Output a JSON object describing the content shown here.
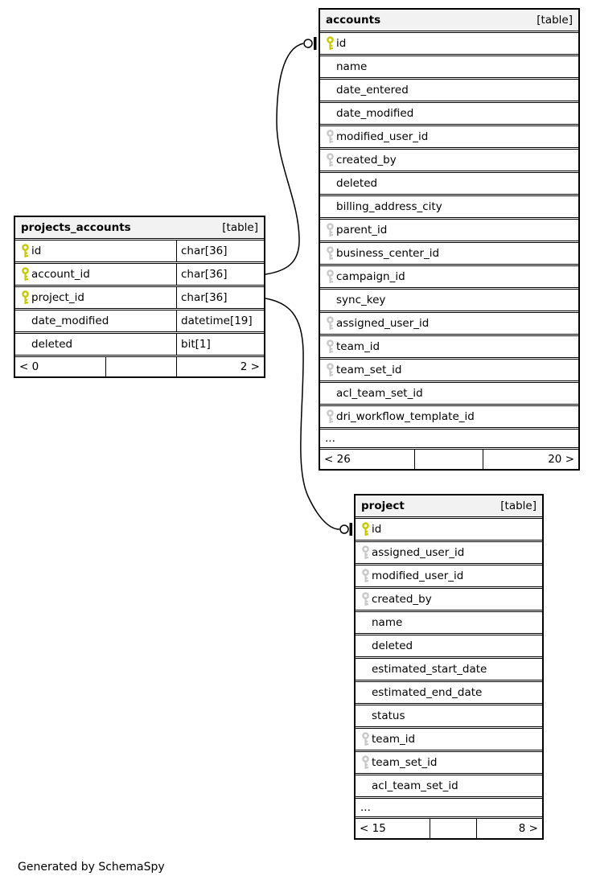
{
  "page": {
    "footer_note": "Generated by SchemaSpy"
  },
  "colors": {
    "primary_key": "#c8c800",
    "foreign_key": "#c8c8c8",
    "header_bg": "#f2f2f2",
    "border": "#000000"
  },
  "tables": [
    {
      "id": "accounts",
      "name": "accounts",
      "tag": "[table]",
      "columns": [
        {
          "name": "id",
          "key": "primary"
        },
        {
          "name": "name",
          "key": null
        },
        {
          "name": "date_entered",
          "key": null
        },
        {
          "name": "date_modified",
          "key": null
        },
        {
          "name": "modified_user_id",
          "key": "foreign"
        },
        {
          "name": "created_by",
          "key": "foreign"
        },
        {
          "name": "deleted",
          "key": null
        },
        {
          "name": "billing_address_city",
          "key": null
        },
        {
          "name": "parent_id",
          "key": "foreign"
        },
        {
          "name": "business_center_id",
          "key": "foreign"
        },
        {
          "name": "campaign_id",
          "key": "foreign"
        },
        {
          "name": "sync_key",
          "key": null
        },
        {
          "name": "assigned_user_id",
          "key": "foreign"
        },
        {
          "name": "team_id",
          "key": "foreign"
        },
        {
          "name": "team_set_id",
          "key": "foreign"
        },
        {
          "name": "acl_team_set_id",
          "key": null
        },
        {
          "name": "dri_workflow_template_id",
          "key": "foreign"
        }
      ],
      "ellipsis": "...",
      "footer": {
        "left": "< 26",
        "right": "20 >"
      }
    },
    {
      "id": "projects_accounts",
      "name": "projects_accounts",
      "tag": "[table]",
      "columns": [
        {
          "name": "id",
          "key": "primary",
          "type": "char[36]"
        },
        {
          "name": "account_id",
          "key": "primary",
          "type": "char[36]"
        },
        {
          "name": "project_id",
          "key": "primary",
          "type": "char[36]"
        },
        {
          "name": "date_modified",
          "key": null,
          "type": "datetime[19]"
        },
        {
          "name": "deleted",
          "key": null,
          "type": "bit[1]"
        }
      ],
      "footer": {
        "left": "< 0",
        "right": "2 >"
      }
    },
    {
      "id": "project",
      "name": "project",
      "tag": "[table]",
      "columns": [
        {
          "name": "id",
          "key": "primary"
        },
        {
          "name": "assigned_user_id",
          "key": "foreign"
        },
        {
          "name": "modified_user_id",
          "key": "foreign"
        },
        {
          "name": "created_by",
          "key": "foreign"
        },
        {
          "name": "name",
          "key": null
        },
        {
          "name": "deleted",
          "key": null
        },
        {
          "name": "estimated_start_date",
          "key": null
        },
        {
          "name": "estimated_end_date",
          "key": null
        },
        {
          "name": "status",
          "key": null
        },
        {
          "name": "team_id",
          "key": "foreign"
        },
        {
          "name": "team_set_id",
          "key": "foreign"
        },
        {
          "name": "acl_team_set_id",
          "key": null
        }
      ],
      "ellipsis": "...",
      "footer": {
        "left": "< 15",
        "right": "8 >"
      }
    }
  ],
  "relationships": [
    {
      "from": "projects_accounts.account_id",
      "to": "accounts.id"
    },
    {
      "from": "projects_accounts.project_id",
      "to": "project.id"
    }
  ]
}
